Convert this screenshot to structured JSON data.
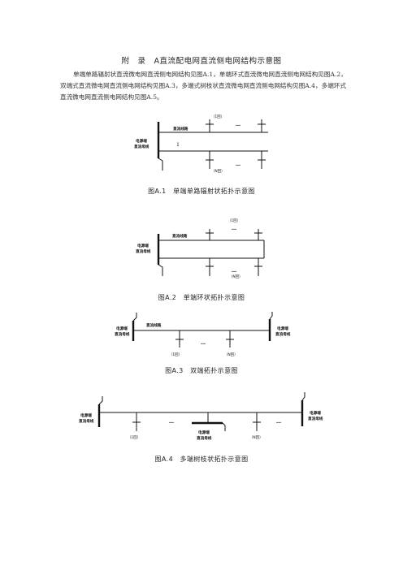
{
  "document": {
    "title": "附　录　A直流配电网直流侧电网结构示意图",
    "paragraph": "单端单路辐射状直流微电网直流侧电网结构见图A.1，单端环式直流微电网直流侧电网结构见图A.2，双端式直流微电网直流侧电网结构见图A.3，多端式树枝状直流微电网直流侧电网结构见图A.4，多端环式直流微电网直流侧电网结构见图A.5。"
  },
  "figures": [
    {
      "caption": "图A.1　单端单路辐射状拓扑示意图",
      "bus_label_1": "电源端",
      "bus_label_2": "直流母线",
      "line_label": "直流线路",
      "branch_label_top": "（1回）",
      "branch_label_bottom": "（N回）",
      "ellipsis": "…",
      "vertical_ellipsis": "⋮"
    },
    {
      "caption": "图A.2　单端环状拓扑示意图",
      "bus_label_1": "电源端",
      "bus_label_2": "直流母线",
      "line_label": "直流线路",
      "branch_label_top": "（1回）",
      "branch_label_bottom": "（N回）",
      "ellipsis": "…"
    },
    {
      "caption": "图A.3　双端拓扑示意图",
      "left_bus_label_1": "电源端",
      "left_bus_label_2": "直流母线",
      "right_bus_label_1": "电源端",
      "right_bus_label_2": "直流母线",
      "line_label": "直流线路",
      "branch_label_left": "（1回）",
      "branch_label_right": "（N回）",
      "ellipsis": "…"
    },
    {
      "caption": "图A.4　多端树枝状拓扑示意图",
      "left_bus_label_1": "电源端",
      "left_bus_label_2": "直流母线",
      "middle_bus_label_1": "电源端",
      "middle_bus_label_2": "直流母线",
      "right_bus_label_1": "电源端",
      "right_bus_label_2": "直流母线",
      "branch_label_left": "（1回）",
      "branch_label_right": "（N回）",
      "ellipsis": "…"
    }
  ]
}
